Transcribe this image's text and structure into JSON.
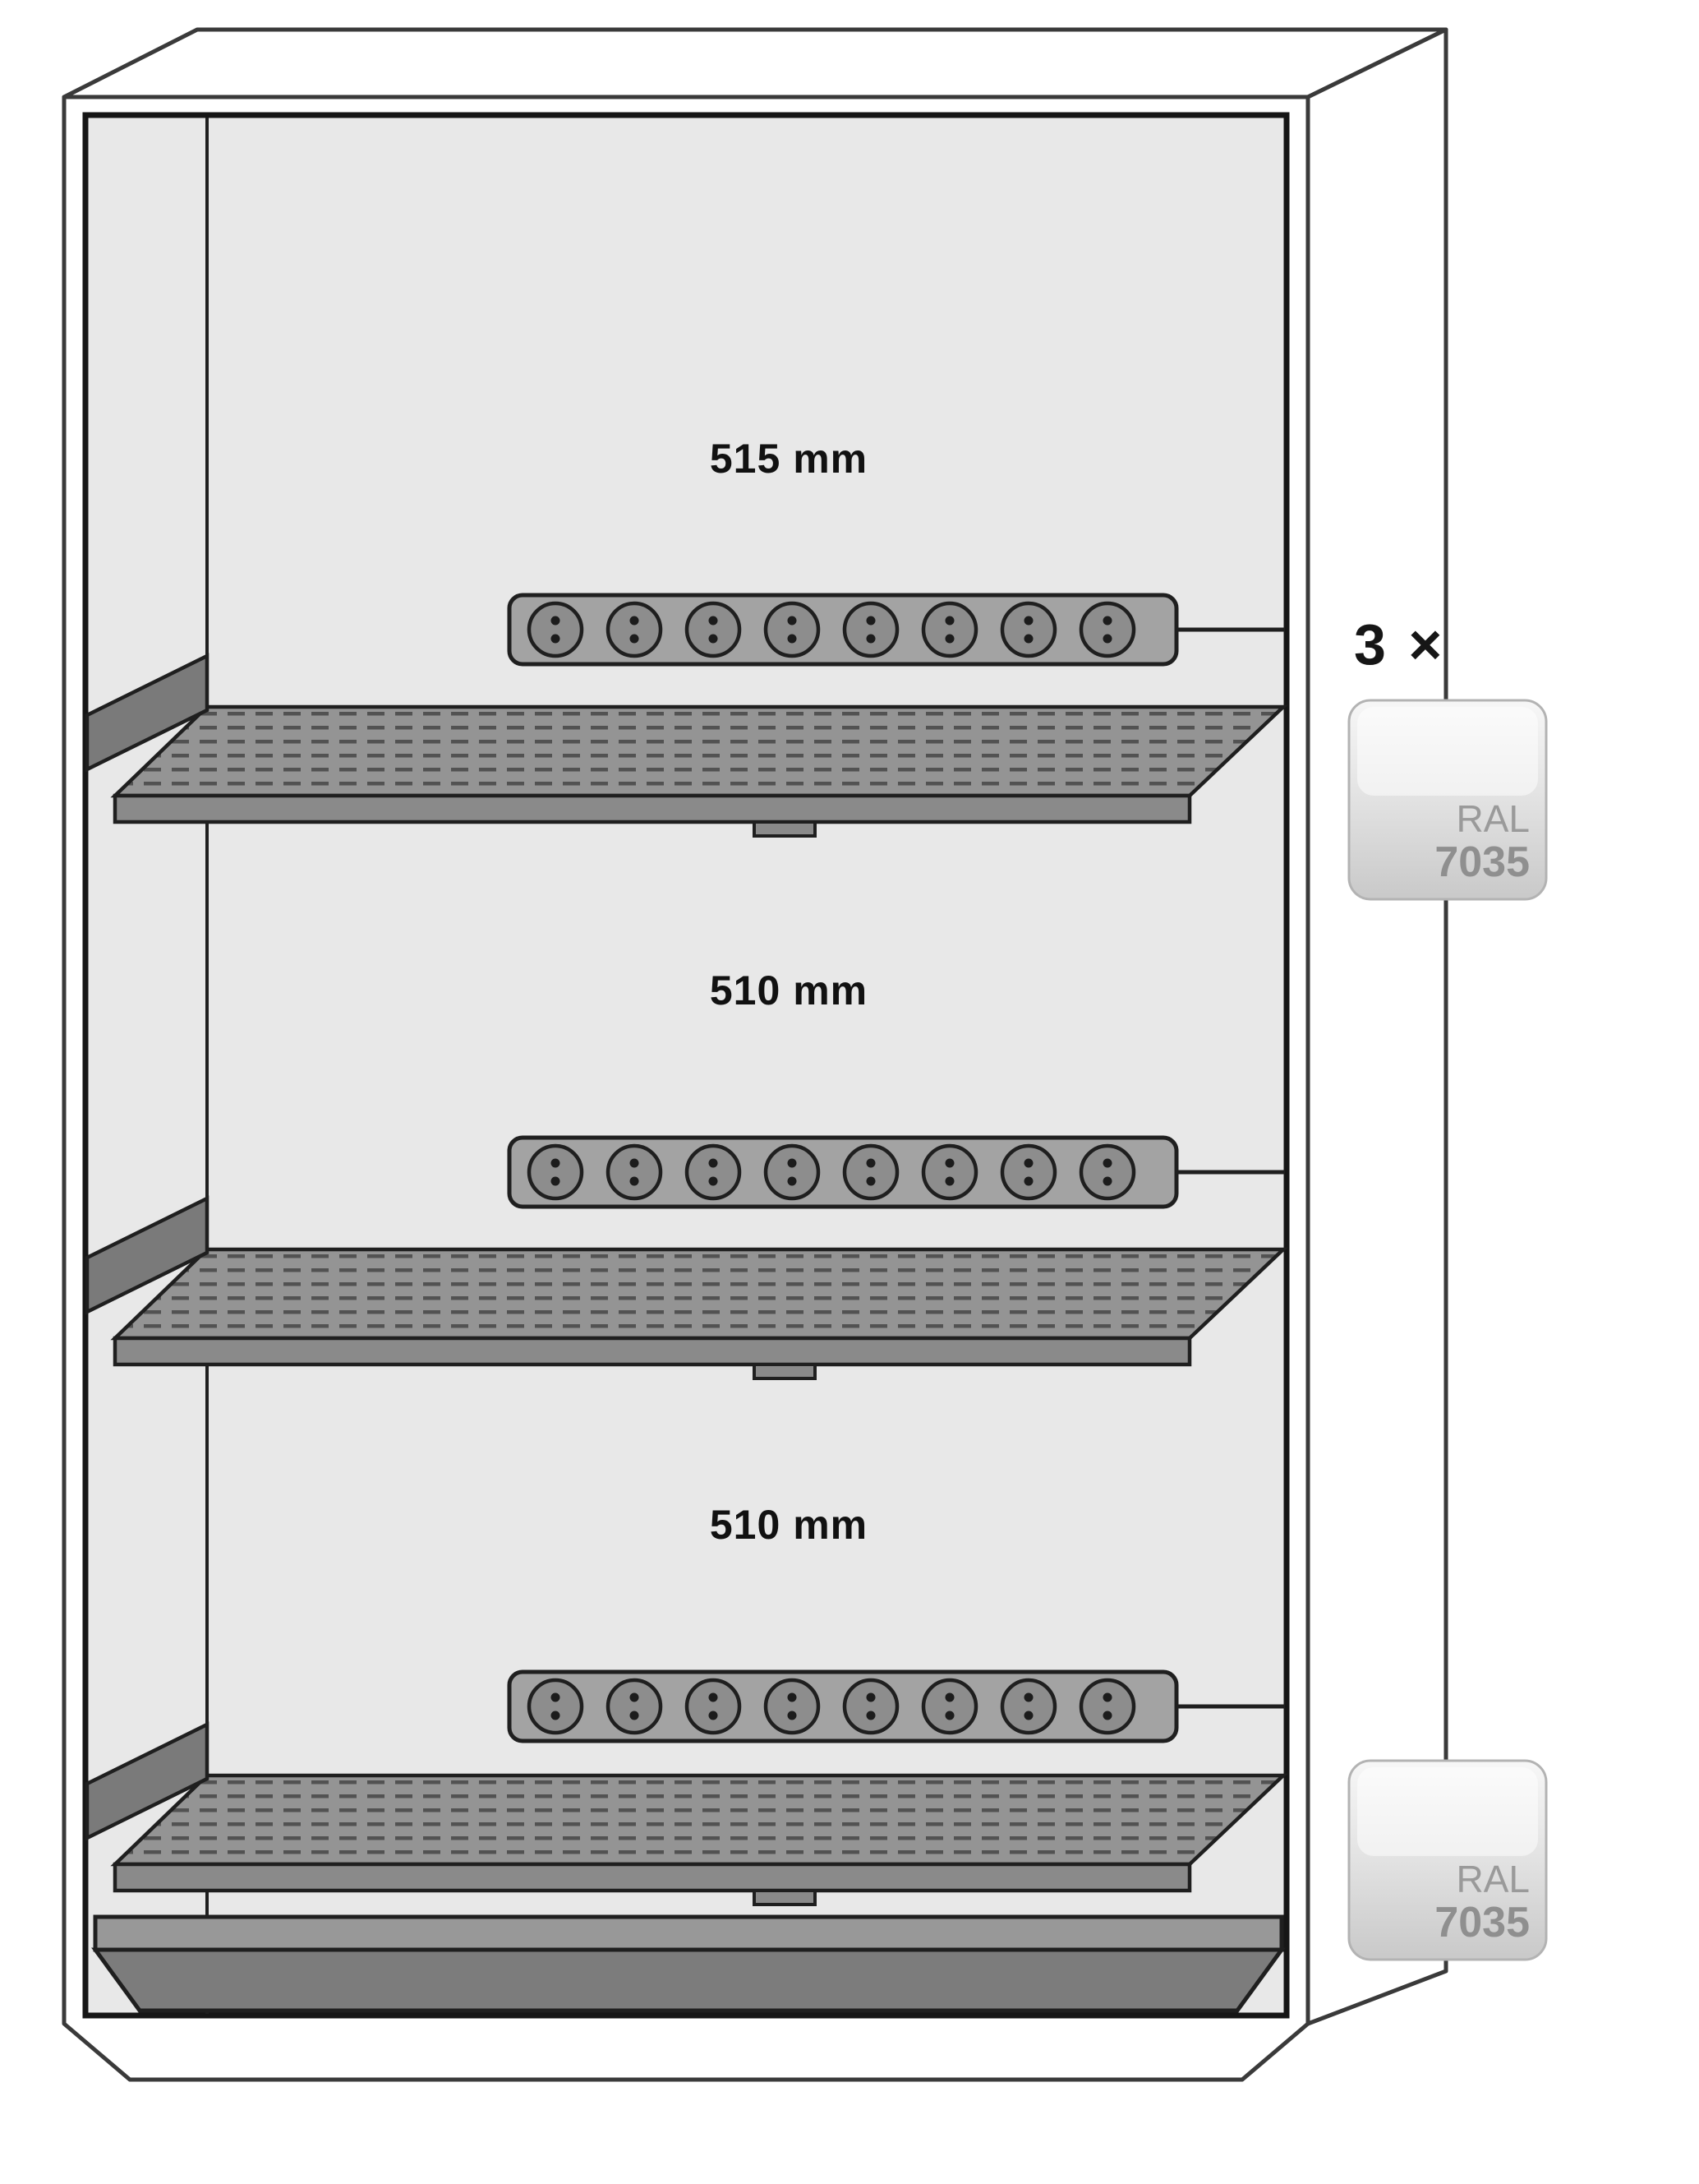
{
  "cabinet": {
    "sections": [
      {
        "label": "515 mm"
      },
      {
        "label": "510 mm"
      },
      {
        "label": "510 mm"
      }
    ],
    "note": {
      "count_label": "3 ×"
    },
    "badges": [
      {
        "line1": "RAL",
        "line2": "7035"
      },
      {
        "line1": "RAL",
        "line2": "7035"
      }
    ],
    "power_strip": {
      "socket_count": 8
    },
    "colors": {
      "interior": "#e8e8e8",
      "shelf_surface": "#949494",
      "shelf_lip": "#7a7a7a",
      "shelf_front": "#8a8a8a",
      "strip_body": "#a3a3a3",
      "socket": "#8d8d8d",
      "tray_top": "#989898",
      "tray_front": "#7c7c7c",
      "outline": "#1f1f1f",
      "badge_text": "#9a9a9a"
    }
  }
}
